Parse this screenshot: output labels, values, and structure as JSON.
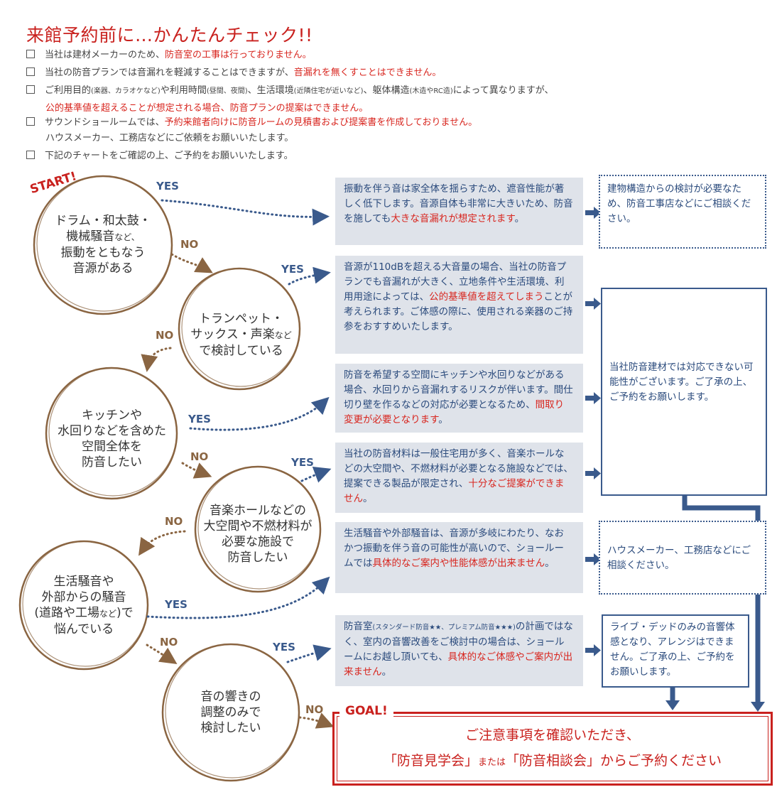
{
  "title": "来館予約前に…かんたんチェック!!",
  "checklist": [
    {
      "pre": "当社は建材メーカーのため、",
      "red": "防音室の工事は行っておりません。"
    },
    {
      "pre": "当社の防音プランでは音漏れを軽減することはできますが、",
      "red": "音漏れを無くすことはできません。"
    },
    {
      "pre": "ご利用目的",
      "s1": "(楽器、カラオケなど)",
      "m1": "や利用時間",
      "s2": "(昼間、夜間)",
      "m2": "、生活環境",
      "s3": "(近隣住宅が近いなど)",
      "m3": "、躯体構造",
      "s4": "(木造やRC造)",
      "m4": "によって異なりますが、",
      "red": "公的基準値を超えることが想定される場合、防音プランの提案はできません。"
    },
    {
      "pre": "サウンドショールームでは、",
      "red": "予約来館者向けに防音ルームの見積書および提案書を作成しておりません。",
      "line2": "ハウスメーカー、工務店などにご依頼をお願いいたします。"
    },
    {
      "pre": "下記のチャートをご確認の上、ご予約をお願いいたします。"
    }
  ],
  "start": "START!",
  "labels": {
    "yes": "YES",
    "no": "NO"
  },
  "circles": [
    {
      "l1": "ドラム・和太鼓・",
      "l2a": "機械騒音",
      "l2b": "など、",
      "l3": "振動をともなう",
      "l4": "音源がある"
    },
    {
      "l1": "トランペット・",
      "l2a": "サックス・声楽",
      "l2b": "など",
      "l3": "で検討している"
    },
    {
      "l1": "キッチンや",
      "l2": "水回りなどを含めた",
      "l3": "空間全体を",
      "l4": "防音したい"
    },
    {
      "l1": "音楽ホールなどの",
      "l2": "大空間や不燃材料が",
      "l3": "必要な施設で",
      "l4": "防音したい"
    },
    {
      "l1": "生活騒音や",
      "l2": "外部からの騒音",
      "l3a": "(道路や工場",
      "l3b": "など",
      "l3c": ")で",
      "l4": "悩んでいる"
    },
    {
      "l1": "音の響きの",
      "l2": "調整のみで",
      "l3": "検討したい"
    }
  ],
  "grayboxes": [
    {
      "a": "振動を伴う音は家全体を揺らすため、遮音性能が著しく低下します。音源自体も非常に大きいため、防音を施しても",
      "r": "大きな音漏れが想定されます",
      "b": "。"
    },
    {
      "a": "音源が110dBを超える大音量の場合、当社の防音プランでも音漏れが大きく、立地条件や生活環境、利用用途によっては、",
      "r": "公的基準値を超えてしまう",
      "b": "ことが考えられます。ご体感の際に、使用される楽器のご持参をおすすめいたします。"
    },
    {
      "a": "防音を希望する空間にキッチンや水回りなどがある場合、水回りから音漏れするリスクが伴います。間仕切り壁を作るなどの対応が必要となるため、",
      "r": "間取り変更が必要となります",
      "b": "。"
    },
    {
      "a": "当社の防音材料は一般住宅用が多く、音楽ホールなどの大空間や、不燃材料が必要となる施設などでは、提案できる製品が限定され、",
      "r": "十分なご提案ができません",
      "b": "。"
    },
    {
      "a": "生活騒音や外部騒音は、音源が多岐にわたり、なおかつ振動を伴う音の可能性が高いので、ショールームでは",
      "r": "具体的なご案内や性能体感が出来ません",
      "b": "。"
    },
    {
      "a1": "防音室",
      "s": "(スタンダード防音★★、プレミアム防音★★★)",
      "a2": "の計画ではなく、室内の音響改善をご検討中の場合は、ショールームにお越し頂いても、",
      "r": "具体的なご体感やご案内が出来ません",
      "b": "。"
    }
  ],
  "rightboxes": {
    "box1": "建物構造からの検討が必要なため、防音工事店などにご相談ください。",
    "box2": "当社防音建材では対応できない可能性がございます。ご了承の上、ご予約をお願いします。",
    "box3": "ハウスメーカー、工務店などにご相談ください。",
    "box4": "ライブ・デッドのみの音響体感となり、アレンジはできません。ご了承の上、ご予約をお願いします。"
  },
  "goal": {
    "label": "GOAL!",
    "line1": "ご注意事項を確認いただき、",
    "q1": "「防音見学会」",
    "mid": "または",
    "q2": "「防音相談会」",
    "end": "からご予約ください"
  },
  "colors": {
    "accent_red": "#c9211e",
    "navy": "#3a5a8c",
    "brown": "#8a6542",
    "gray_box": "#dfe3ea"
  }
}
